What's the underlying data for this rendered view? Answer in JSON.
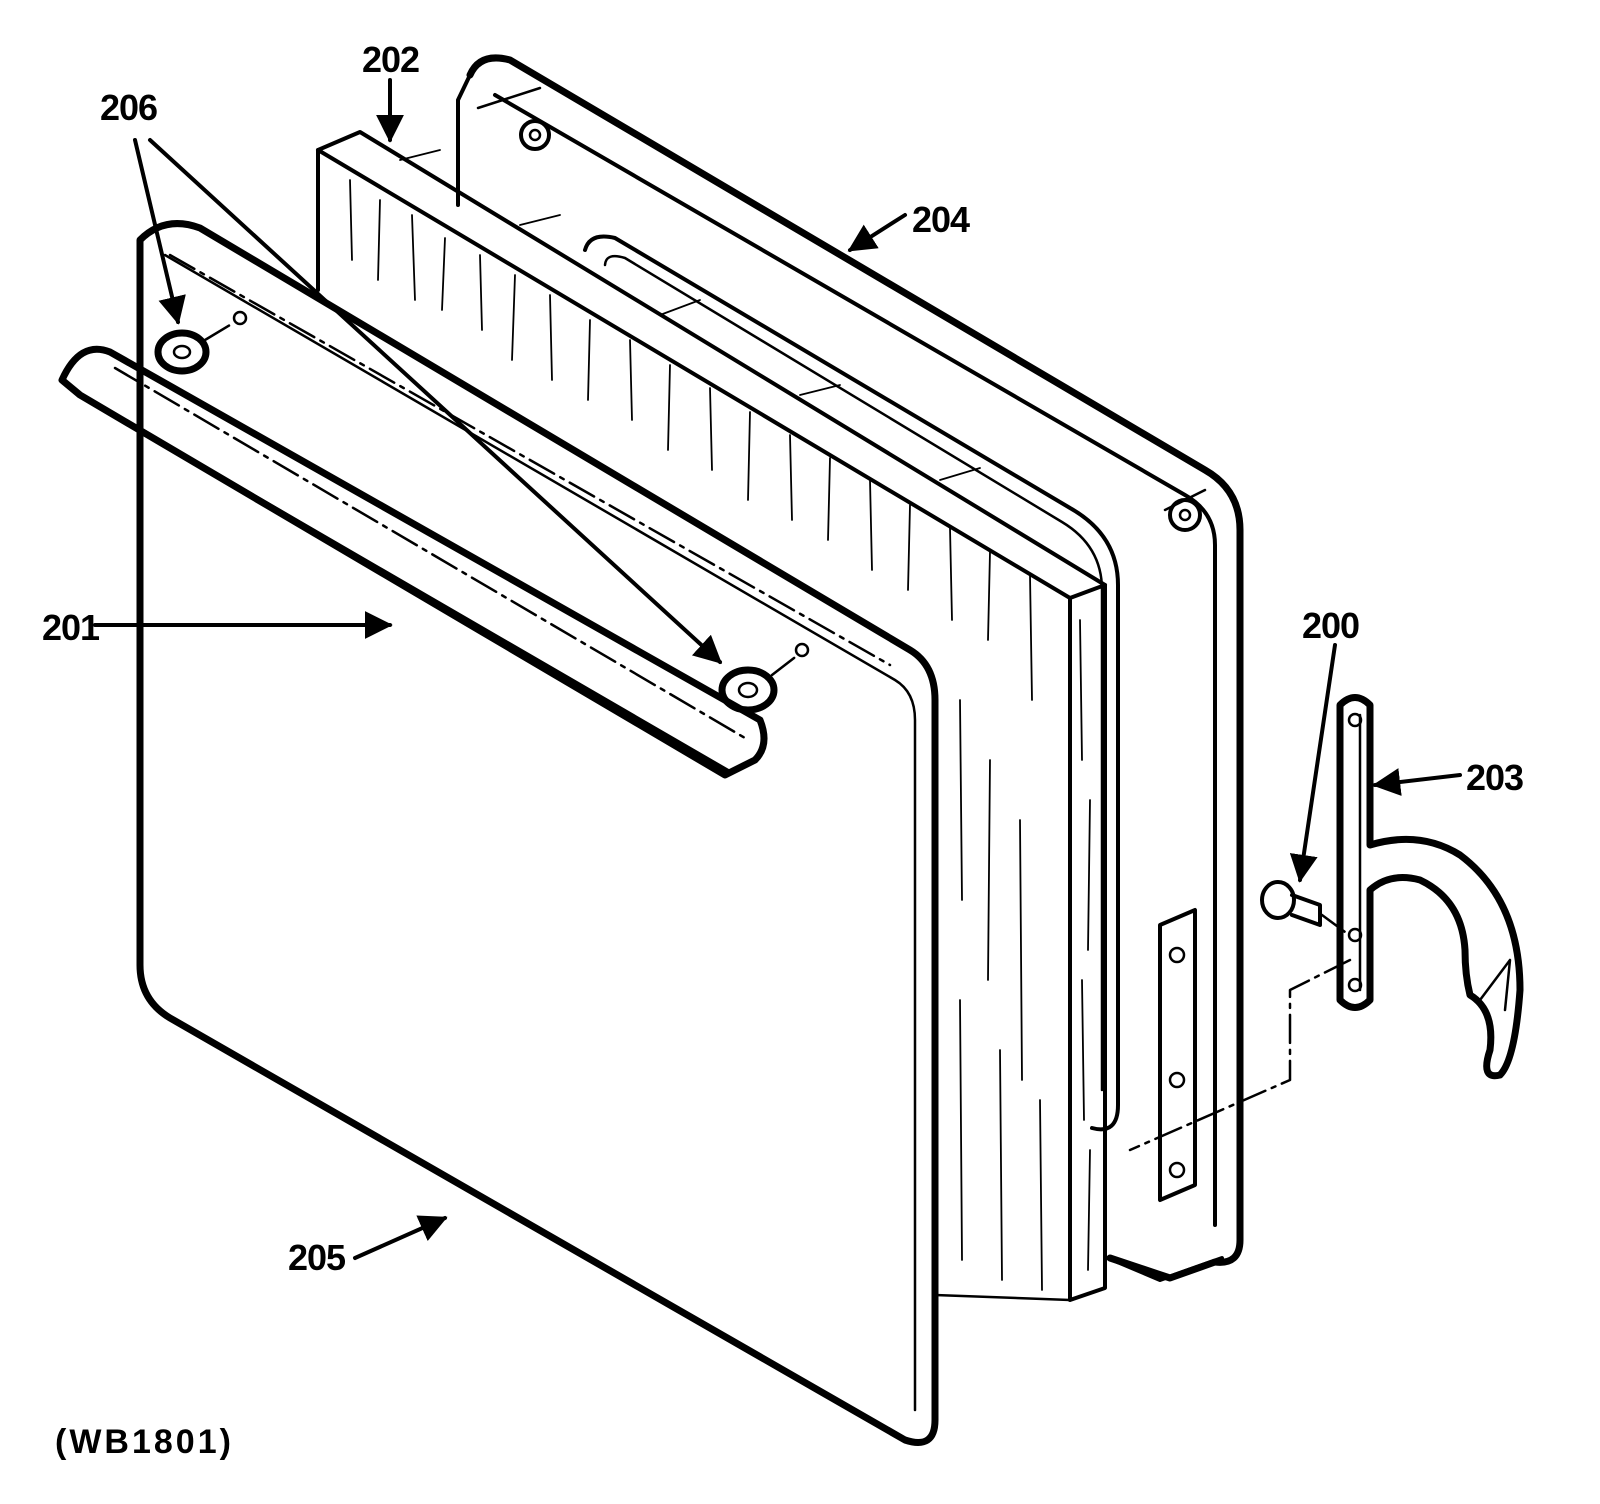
{
  "diagram": {
    "caption": "(WB1801)",
    "callouts": {
      "p200": "200",
      "p201": "201",
      "p202": "202",
      "p203": "203",
      "p204": "204",
      "p205": "205",
      "p206": "206"
    }
  }
}
